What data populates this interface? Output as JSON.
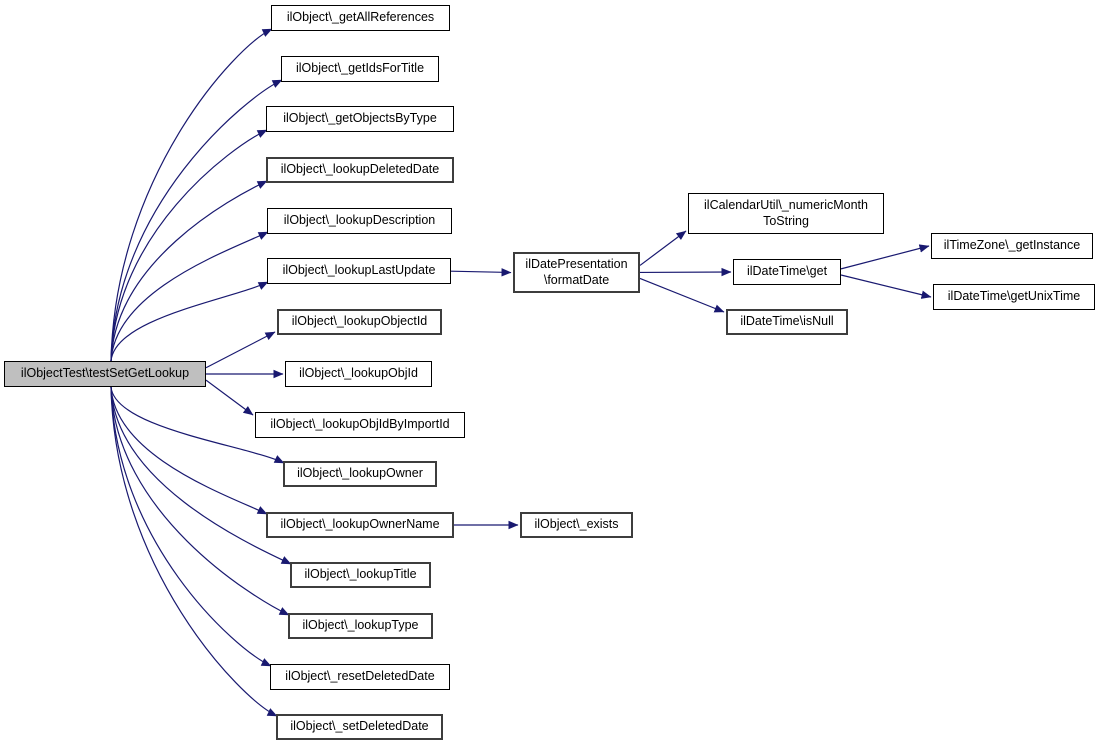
{
  "diagram": {
    "type": "call-graph",
    "description": "Doxygen-style call graph for ilObjectTest\\testSetGetLookup",
    "colors": {
      "background": "#ffffff",
      "edge": "#191970",
      "node_fill": "#ffffff",
      "highlight_fill": "#bfbfbf",
      "border_thin": "#000000",
      "border_thick": "#3d3d3d",
      "text": "#000000"
    },
    "nodes": {
      "main": {
        "label": "ilObjectTest\\testSetGetLookup"
      },
      "getAllReferences": {
        "label": "ilObject\\_getAllReferences"
      },
      "getIdsForTitle": {
        "label": "ilObject\\_getIdsForTitle"
      },
      "getObjectsByType": {
        "label": "ilObject\\_getObjectsByType"
      },
      "lookupDeletedDate": {
        "label": "ilObject\\_lookupDeletedDate"
      },
      "lookupDescription": {
        "label": "ilObject\\_lookupDescription"
      },
      "lookupLastUpdate": {
        "label": "ilObject\\_lookupLastUpdate"
      },
      "lookupObjectId": {
        "label": "ilObject\\_lookupObjectId"
      },
      "lookupObjId": {
        "label": "ilObject\\_lookupObjId"
      },
      "lookupObjIdByImportId": {
        "label": "ilObject\\_lookupObjIdByImportId"
      },
      "lookupOwner": {
        "label": "ilObject\\_lookupOwner"
      },
      "lookupOwnerName": {
        "label": "ilObject\\_lookupOwnerName"
      },
      "lookupTitle": {
        "label": "ilObject\\_lookupTitle"
      },
      "lookupType": {
        "label": "ilObject\\_lookupType"
      },
      "resetDeletedDate": {
        "label": "ilObject\\_resetDeletedDate"
      },
      "setDeletedDate": {
        "label": "ilObject\\_setDeletedDate"
      },
      "formatDate": {
        "label": "ilDatePresentation\n\\formatDate"
      },
      "numericMonthToString": {
        "label": "ilCalendarUtil\\_numericMonth\nToString"
      },
      "dateTimeGet": {
        "label": "ilDateTime\\get"
      },
      "isNull": {
        "label": "ilDateTime\\isNull"
      },
      "getInstance": {
        "label": "ilTimeZone\\_getInstance"
      },
      "getUnixTime": {
        "label": "ilDateTime\\getUnixTime"
      },
      "exists": {
        "label": "ilObject\\_exists"
      }
    },
    "edges": [
      {
        "from": "main",
        "to": "getAllReferences"
      },
      {
        "from": "main",
        "to": "getIdsForTitle"
      },
      {
        "from": "main",
        "to": "getObjectsByType"
      },
      {
        "from": "main",
        "to": "lookupDeletedDate"
      },
      {
        "from": "main",
        "to": "lookupDescription"
      },
      {
        "from": "main",
        "to": "lookupLastUpdate"
      },
      {
        "from": "main",
        "to": "lookupObjectId"
      },
      {
        "from": "main",
        "to": "lookupObjId"
      },
      {
        "from": "main",
        "to": "lookupObjIdByImportId"
      },
      {
        "from": "main",
        "to": "lookupOwner"
      },
      {
        "from": "main",
        "to": "lookupOwnerName"
      },
      {
        "from": "main",
        "to": "lookupTitle"
      },
      {
        "from": "main",
        "to": "lookupType"
      },
      {
        "from": "main",
        "to": "resetDeletedDate"
      },
      {
        "from": "main",
        "to": "setDeletedDate"
      },
      {
        "from": "lookupLastUpdate",
        "to": "formatDate"
      },
      {
        "from": "formatDate",
        "to": "numericMonthToString"
      },
      {
        "from": "formatDate",
        "to": "dateTimeGet"
      },
      {
        "from": "formatDate",
        "to": "isNull"
      },
      {
        "from": "dateTimeGet",
        "to": "getInstance"
      },
      {
        "from": "dateTimeGet",
        "to": "getUnixTime"
      },
      {
        "from": "lookupOwnerName",
        "to": "exists"
      }
    ]
  }
}
